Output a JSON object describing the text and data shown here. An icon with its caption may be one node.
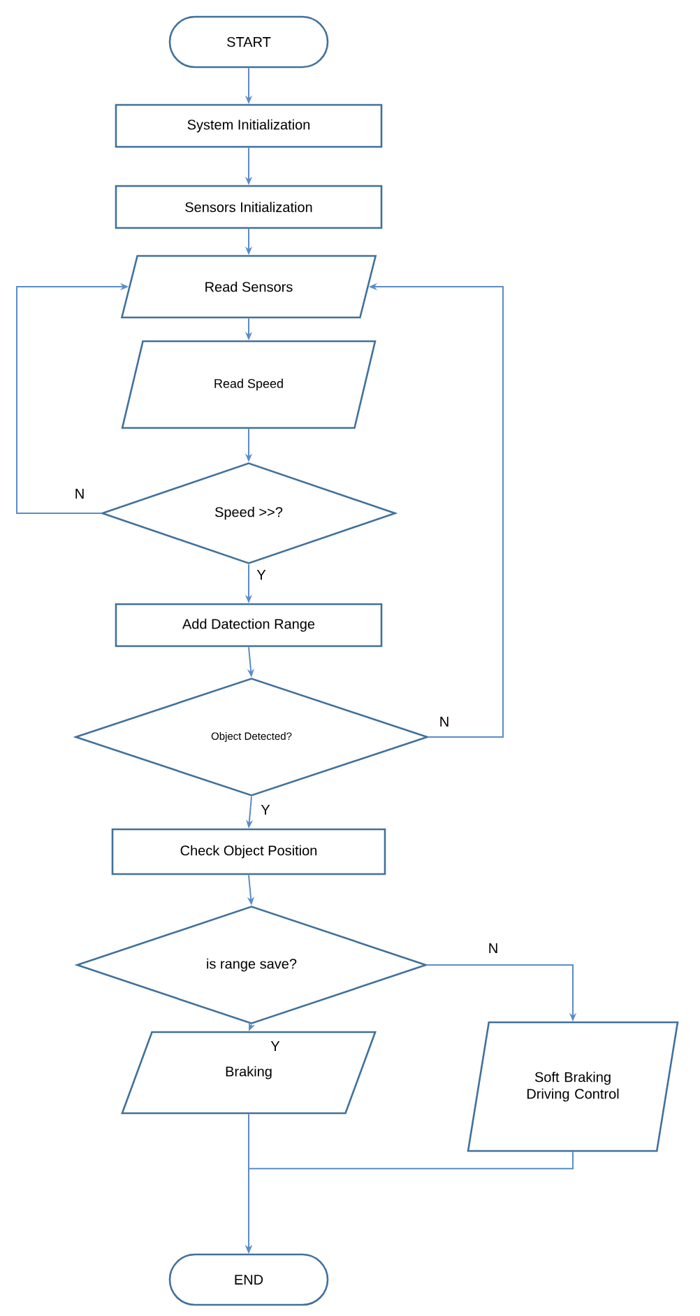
{
  "diagram": {
    "nodes": [
      {
        "text": [
          "START"
        ]
      },
      {
        "text": [
          "System Initialization"
        ]
      },
      {
        "text": [
          "Sensors Initialization"
        ]
      },
      {
        "text": [
          "Read Sensors"
        ]
      },
      {
        "text": [
          "Read Speed"
        ]
      },
      {
        "text": [
          "Speed >>?"
        ]
      },
      {
        "text": [
          "Add Datection Range"
        ]
      },
      {
        "text": [
          "Object Detected?"
        ]
      },
      {
        "text": [
          "Check Object Position"
        ]
      },
      {
        "text": [
          "is range save?"
        ]
      },
      {
        "text": [
          "Braking"
        ]
      },
      {
        "text": [
          "Soft Braking Driving Control"
        ]
      },
      {
        "text": [
          "END"
        ]
      }
    ],
    "edges": [
      {
        "from": 0,
        "to": 1,
        "arrow": "to"
      },
      {
        "from": 1,
        "to": 2,
        "arrow": "to"
      },
      {
        "from": 2,
        "to": 3,
        "arrow": "to"
      },
      {
        "from": 3,
        "to": 4,
        "arrow": "to"
      },
      {
        "from": 4,
        "to": 5,
        "arrow": "to"
      },
      {
        "from": 5,
        "to": 6,
        "arrow": "to",
        "label": "Y"
      },
      {
        "from": 5,
        "to": 3,
        "arrow": "to",
        "label": "N"
      },
      {
        "from": 6,
        "to": 7,
        "arrow": "to"
      },
      {
        "from": 7,
        "to": 8,
        "arrow": "to",
        "label": "Y"
      },
      {
        "from": 7,
        "to": 3,
        "arrow": "to",
        "label": "N"
      },
      {
        "from": 8,
        "to": 9,
        "arrow": "to"
      },
      {
        "from": 9,
        "to": 10,
        "arrow": "to",
        "label": "Y"
      },
      {
        "from": 9,
        "to": 11,
        "arrow": "to",
        "label": "N"
      },
      {
        "from": 10,
        "to": 12,
        "arrow": "to"
      },
      {
        "from": 11,
        "to": 12,
        "arrow": "to"
      }
    ]
  }
}
